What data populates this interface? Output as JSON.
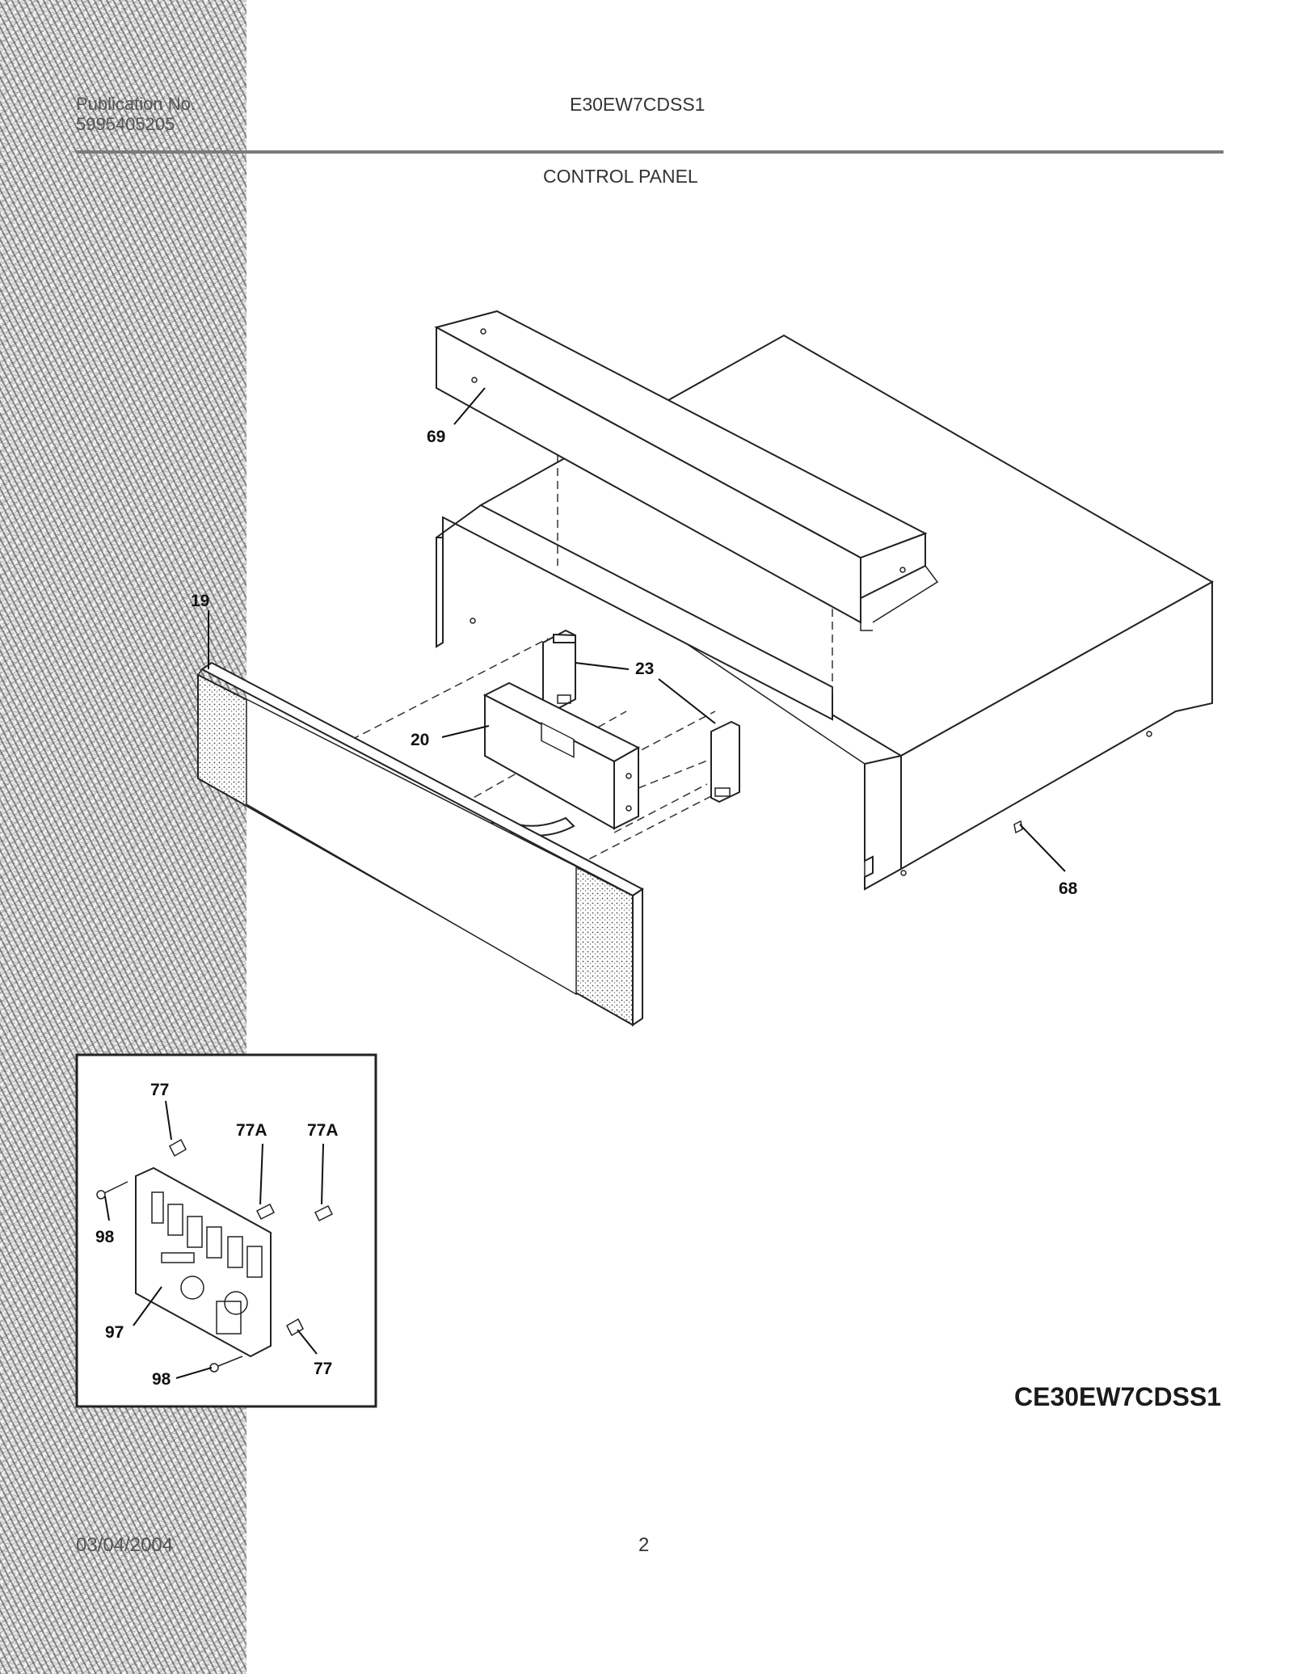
{
  "header": {
    "publication_label": "Publication No.",
    "publication_number": "5995405205",
    "model": "E30EW7CDSS1"
  },
  "section_title": "CONTROL PANEL",
  "diagram_code": "CE30EW7CDSS1",
  "footer": {
    "date": "03/04/2004",
    "page": "2"
  },
  "callouts": {
    "p69": "69",
    "p19": "19",
    "p23": "23",
    "p20": "20",
    "p68": "68",
    "inset_77_top": "77",
    "inset_77a_left": "77A",
    "inset_77a_right": "77A",
    "inset_98_left": "98",
    "inset_97": "97",
    "inset_98_bottom": "98",
    "inset_77_bottom": "77"
  }
}
